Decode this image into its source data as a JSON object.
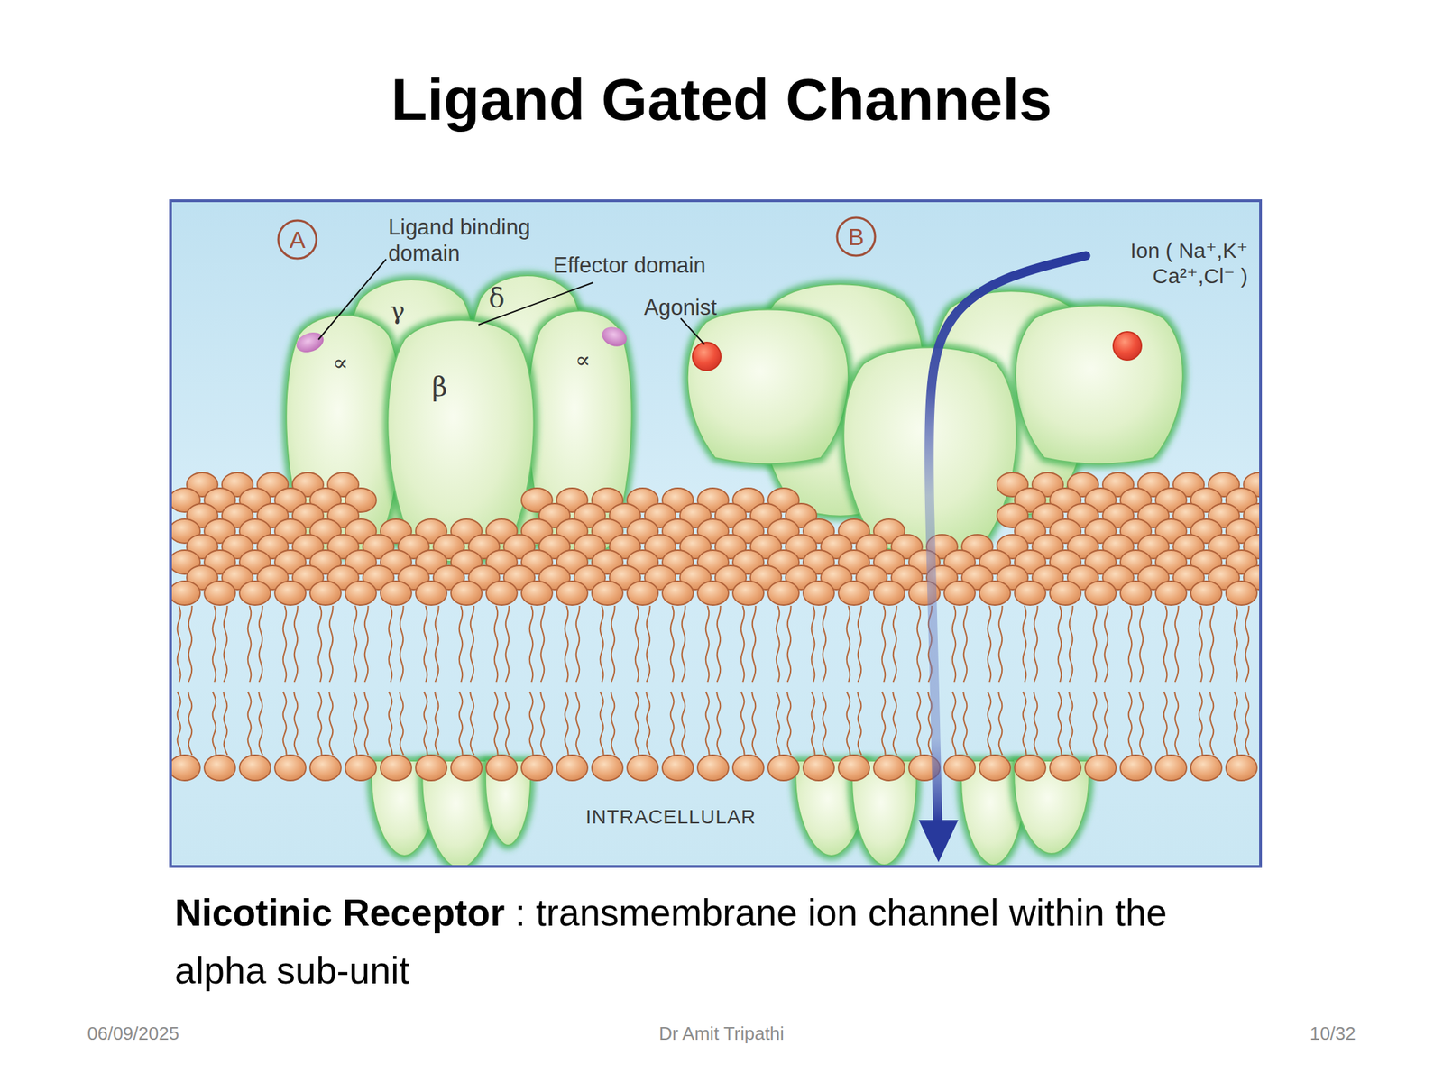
{
  "diagram": {
    "title": "Ligand Gated Channels",
    "nodes": [
      {
        "text": [
          "A"
        ]
      },
      {
        "text": [
          "B"
        ]
      }
    ],
    "labels": [
      "Ligand binding domain",
      "Effector domain",
      "γ",
      "δ",
      "∝",
      "β",
      "∝",
      "Agonist",
      "Ion ( Na⁺,K⁺ Ca²⁺,Cl⁻ )",
      "INTRACELLULAR",
      "Nicotinic Receptor",
      ": transmembrane ion channel within the alpha sub-unit",
      "06/09/2025",
      "Dr Amit Tripathi",
      "10/32"
    ]
  }
}
